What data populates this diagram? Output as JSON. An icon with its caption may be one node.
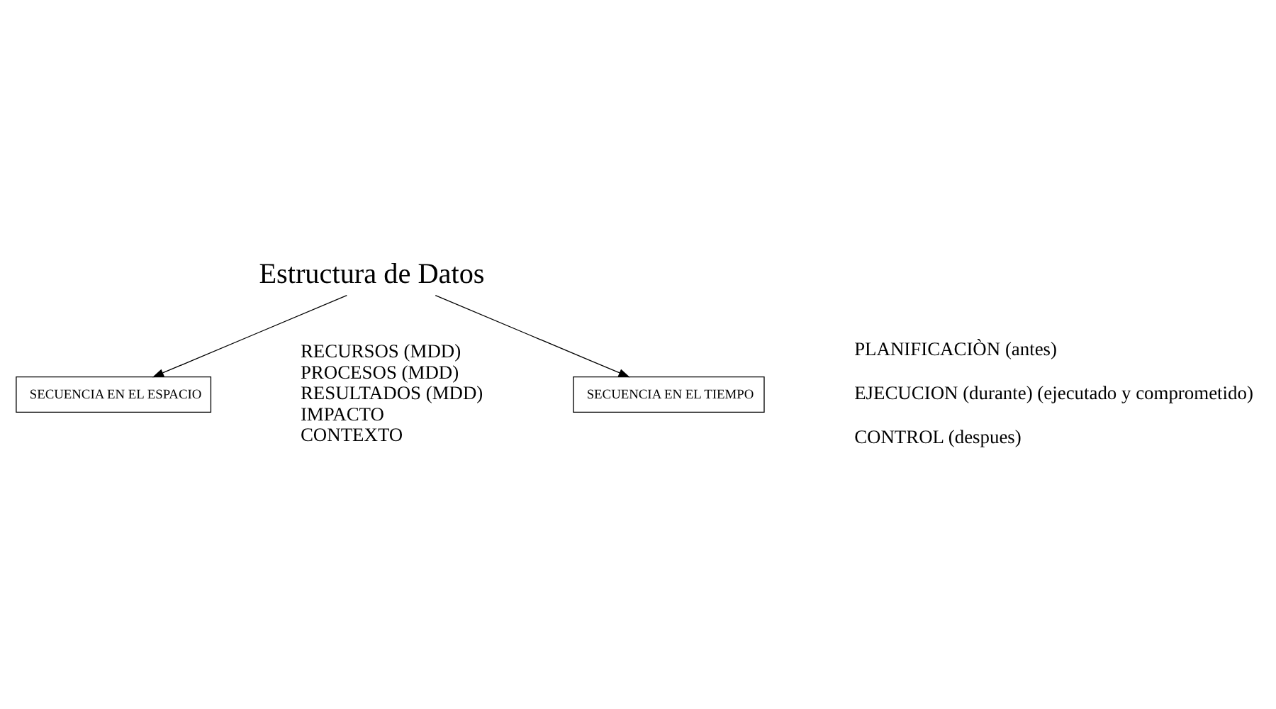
{
  "diagram": {
    "nodes": [
      {
        "text": [
          "Estructura de Datos"
        ]
      },
      {
        "text": [
          "SECUENCIA EN EL ESPACIO"
        ],
        "beside": [
          "RECURSOS (MDD)",
          "PROCESOS (MDD)",
          "RESULTADOS (MDD)",
          "IMPACTO",
          "CONTEXTO"
        ]
      },
      {
        "text": [
          "SECUENCIA EN EL TIEMPO"
        ],
        "beside": [
          "PLANIFICACIÒN (antes)",
          "EJECUCION (durante) (ejecutado y comprometido)",
          "CONTROL (despues)"
        ]
      }
    ],
    "edges": [
      {
        "from": 0,
        "to": 1,
        "arrow": "to"
      },
      {
        "from": 0,
        "to": 2,
        "arrow": "to"
      }
    ]
  }
}
